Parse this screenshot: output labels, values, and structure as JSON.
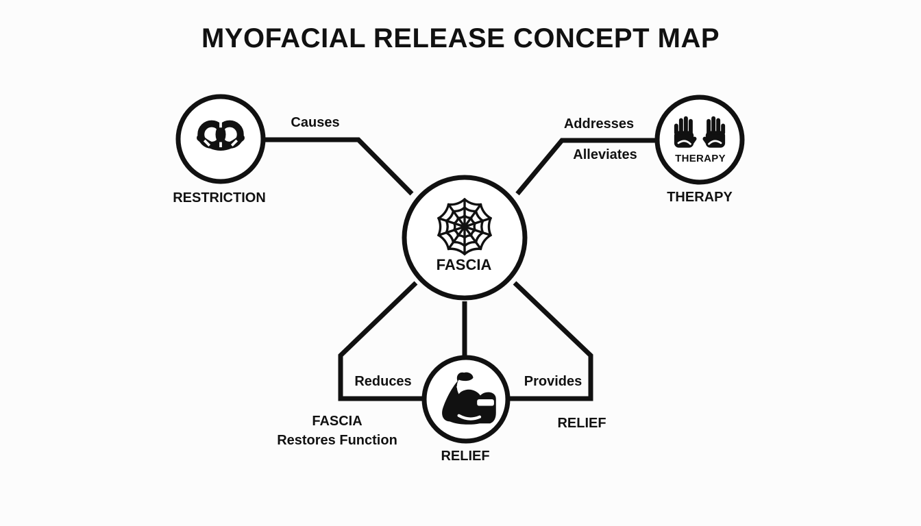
{
  "title": "MYOFACIAL RELEASE CONCEPT MAP",
  "colors": {
    "ink": "#111111",
    "background": "#fcfcfc"
  },
  "nodes": {
    "restriction": {
      "label": "RESTRICTION",
      "icon": "knot-icon"
    },
    "therapy": {
      "label": "THERAPY",
      "inner_label": "THERAPY",
      "icon": "hands-icon"
    },
    "fascia": {
      "label": "FASCIA",
      "icon": "spider-web-icon"
    },
    "relief": {
      "label": "RELIEF",
      "icon": "bicep-icon"
    }
  },
  "edges": {
    "restriction_fascia": {
      "label": "Causes"
    },
    "fascia_therapy": {
      "label_above": "Addresses",
      "label_below": "Alleviates"
    },
    "fascia_relief_left": {
      "label": "Reduces",
      "caption_line1": "FASCIA",
      "caption_line2": "Restores Function"
    },
    "fascia_relief_right": {
      "label": "Provides",
      "caption": "RELIEF"
    }
  }
}
